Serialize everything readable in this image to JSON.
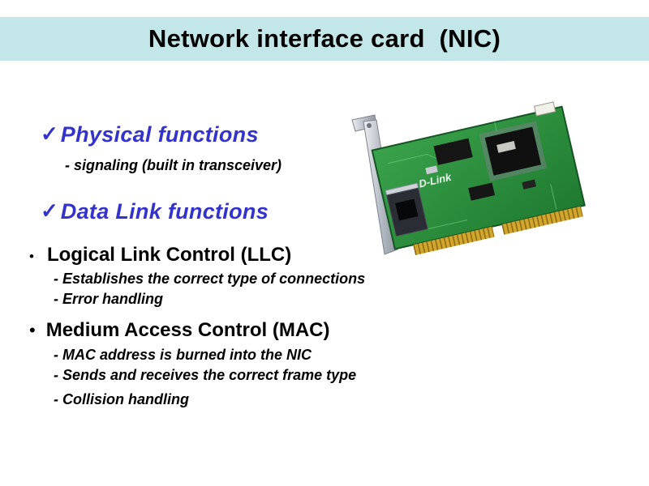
{
  "title": "Network interface card  (NIC)",
  "check_items": [
    {
      "mark": "✓",
      "label": "Physical functions",
      "subs": [
        "- signaling (built in transceiver)"
      ]
    },
    {
      "mark": "✓",
      "label": "Data Link functions",
      "subs": []
    }
  ],
  "dot_items": [
    {
      "mark": "•",
      "label": "Logical Link Control (LLC)",
      "subs": [
        "- Establishes the correct type of connections",
        "- Error handling"
      ]
    },
    {
      "mark": "•",
      "label": "Medium Access Control (MAC)",
      "subs": [
        "- MAC address is burned into the NIC",
        "- Sends and receives the correct frame type",
        "- Collision handling"
      ]
    }
  ],
  "nic": {
    "brand": "D-Link"
  },
  "colors": {
    "banner_bg": "#c3e7e9",
    "heading_blue": "#3333cc",
    "pcb_green": "#2f9140",
    "gold": "#d2a62e"
  }
}
